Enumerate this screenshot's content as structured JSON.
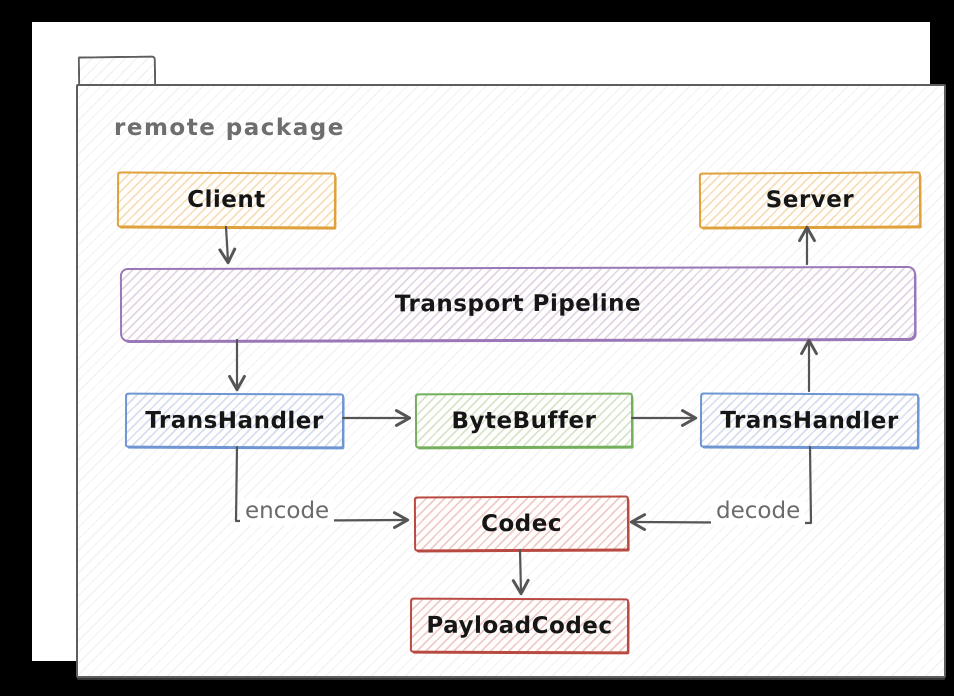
{
  "package": {
    "label": "remote package"
  },
  "nodes": {
    "client": {
      "label": "Client",
      "color": "#dfa13b"
    },
    "server": {
      "label": "Server",
      "color": "#dfa13b"
    },
    "pipeline": {
      "label": "Transport Pipeline",
      "color": "#9a78b8"
    },
    "transhandler_left": {
      "label": "TransHandler",
      "color": "#6f96d3"
    },
    "bytebuffer": {
      "label": "ByteBuffer",
      "color": "#74af5c"
    },
    "transhandler_right": {
      "label": "TransHandler",
      "color": "#6f96d3"
    },
    "codec": {
      "label": "Codec",
      "color": "#b94a42"
    },
    "payloadcodec": {
      "label": "PayloadCodec",
      "color": "#b94a42"
    }
  },
  "edges": {
    "client_to_pipeline": {
      "from": "Client",
      "to": "Transport Pipeline",
      "label": ""
    },
    "pipeline_to_transhandler": {
      "from": "Transport Pipeline",
      "to": "TransHandler (left)",
      "label": ""
    },
    "transhandler_to_bytebuffer": {
      "from": "TransHandler (left)",
      "to": "ByteBuffer",
      "label": ""
    },
    "bytebuffer_to_transhandler": {
      "from": "ByteBuffer",
      "to": "TransHandler (right)",
      "label": ""
    },
    "transhandler_to_pipeline": {
      "from": "TransHandler (right)",
      "to": "Transport Pipeline",
      "label": ""
    },
    "pipeline_to_server": {
      "from": "Transport Pipeline",
      "to": "Server",
      "label": ""
    },
    "encode": {
      "from": "TransHandler (left)",
      "to": "Codec",
      "label": "encode"
    },
    "decode": {
      "from": "TransHandler (right)",
      "to": "Codec",
      "label": "decode"
    },
    "codec_to_payloadcodec": {
      "from": "Codec",
      "to": "PayloadCodec",
      "label": ""
    }
  },
  "colors": {
    "frame_border": "#5e5e5e",
    "arrow": "#555555",
    "package_label_text": "#6e6e6e",
    "node_label_text": "#161616",
    "edge_label_text": "#6b6b6b",
    "canvas_background": "#ffffff",
    "outer_background": "#000000"
  }
}
